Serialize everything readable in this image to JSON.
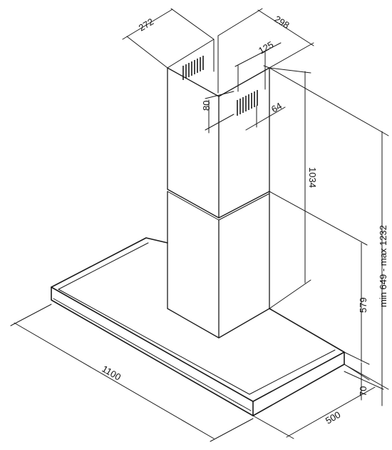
{
  "dimensions": {
    "chimney_depth": "272",
    "chimney_width": "298",
    "bracket_width": "125",
    "bracket_height": "80",
    "bracket_offset": "64",
    "chimney_height": "1034",
    "lower_height": "579",
    "height_range": "min 649 - max 1232",
    "hood_thickness": "70",
    "hood_depth": "500",
    "hood_width": "1100"
  },
  "brand_marking": "·······",
  "colors": {
    "line": "#1a1a1a",
    "text": "#111111",
    "background": "#ffffff"
  }
}
